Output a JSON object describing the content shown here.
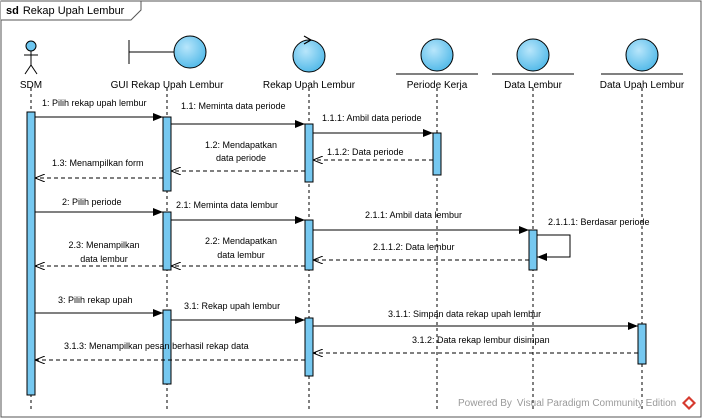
{
  "frame": {
    "keyword": "sd",
    "title": "Rekap Upah Lembur"
  },
  "participants": [
    {
      "id": "sdm",
      "label": "SDM",
      "kind": "actor"
    },
    {
      "id": "gui",
      "label": "GUI Rekap Upah Lembur",
      "kind": "boundary"
    },
    {
      "id": "ctl",
      "label": "Rekap Upah Lembur",
      "kind": "control"
    },
    {
      "id": "pk",
      "label": "Periode Kerja",
      "kind": "entity"
    },
    {
      "id": "dl",
      "label": "Data Lembur",
      "kind": "entity"
    },
    {
      "id": "dul",
      "label": "Data Upah Lembur",
      "kind": "entity"
    }
  ],
  "messages": [
    {
      "label": "1: Pilih rekap upah lembur"
    },
    {
      "label": "1.1: Meminta data periode"
    },
    {
      "label": "1.1.1: Ambil data periode"
    },
    {
      "label": "1.1.2: Data periode"
    },
    {
      "label": "1.2: Mendapatkan",
      "label2": "data periode"
    },
    {
      "label": "1.3: Menampilkan form"
    },
    {
      "label": "2: Pilih periode"
    },
    {
      "label": "2.1: Meminta data lembur"
    },
    {
      "label": "2.1.1: Ambil data lembur"
    },
    {
      "label": "2.1.1.1: Berdasar periode"
    },
    {
      "label": "2.1.1.2: Data lembur"
    },
    {
      "label": "2.2: Mendapatkan",
      "label2": "data lembur"
    },
    {
      "label": "2.3: Menampilkan",
      "label2": "data lembur"
    },
    {
      "label": "3: Pilih rekap upah"
    },
    {
      "label": "3.1: Rekap upah lembur"
    },
    {
      "label": "3.1.1: Simpan data rekap upah lembur"
    },
    {
      "label": "3.1.2: Data rekap lembur disimpan"
    },
    {
      "label": "3.1.3: Menampilkan pesan berhasil rekap data"
    }
  ],
  "watermark": "Powered By Visual Paradigm Community Edition",
  "colors": {
    "entity_fill": "#6cc6f0",
    "activation_fill": "#76c8f0",
    "stroke": "#000000"
  }
}
